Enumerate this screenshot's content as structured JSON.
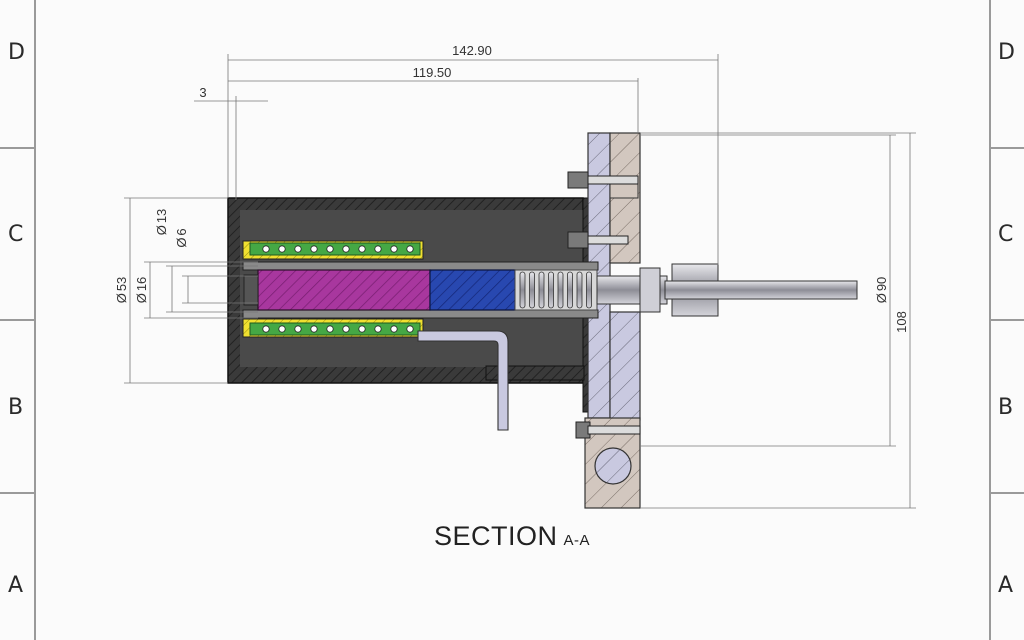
{
  "zones": {
    "left": [
      "D",
      "C",
      "B",
      "A"
    ],
    "right": [
      "D",
      "C",
      "B",
      "A"
    ]
  },
  "dimensions": {
    "overall_length": "142.90",
    "body_length": "119.50",
    "wall_offset": "3",
    "dia_outer": "53",
    "dia_coil": "16",
    "dia_13": "13",
    "dia_6": "6",
    "dia_flange": "90",
    "flange_height": "108"
  },
  "diameter_symbol": "Ø",
  "section": {
    "label": "SECTION",
    "suffix": "A-A"
  },
  "colors": {
    "housing": "#3a3a3a",
    "flange": "#c9c9e0",
    "bracket": "#d2c7bf",
    "coil_winding": "#45a845",
    "bobbin": "#f0e030",
    "plunger": "#a8379e",
    "core": "#2848b0",
    "spring": "#9a9a9a"
  }
}
